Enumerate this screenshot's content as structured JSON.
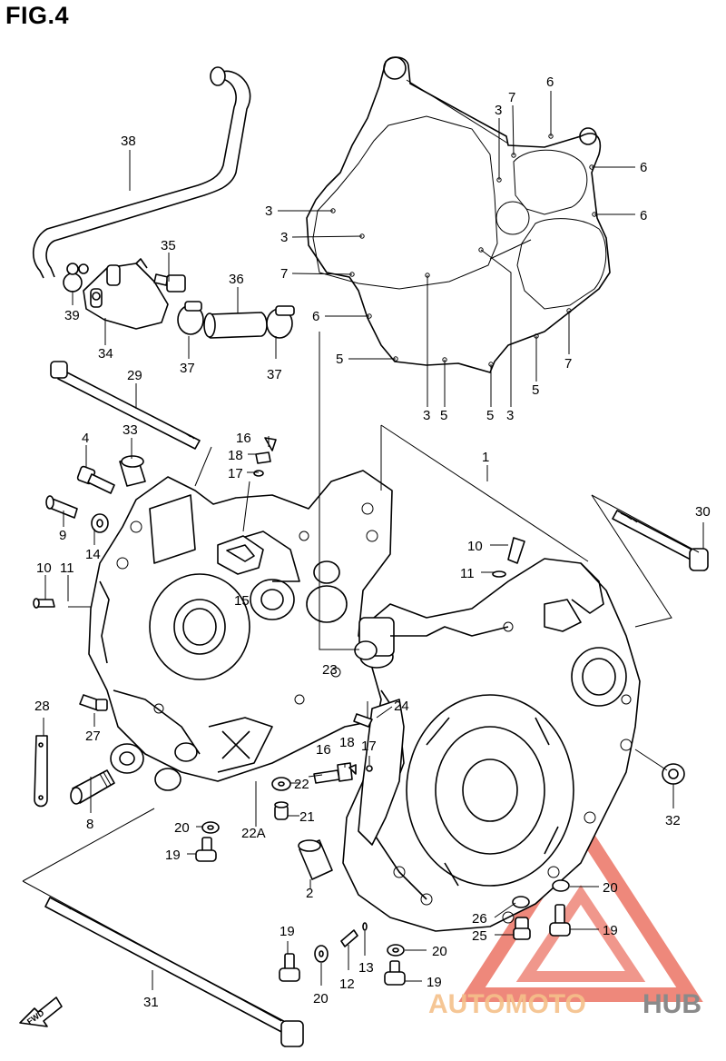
{
  "figure": {
    "title": "FIG.4",
    "fwd_label": "FWD"
  },
  "watermark": {
    "word_1": "AUTOMOTO",
    "word_2": "HUB",
    "color_1": "#f5c08a",
    "color_2": "#8a8a8a",
    "logo_color": "#e8604f"
  },
  "callouts": {
    "c1": "1",
    "c2": "2",
    "c3a": "3",
    "c3b": "3",
    "c3c": "3",
    "c3d": "3",
    "c3e": "3",
    "c4": "4",
    "c5a": "5",
    "c5b": "5",
    "c5c": "5",
    "c5d": "5",
    "c6a": "6",
    "c6b": "6",
    "c6c": "6",
    "c6d": "6",
    "c7a": "7",
    "c7b": "7",
    "c7c": "7",
    "c8": "8",
    "c9": "9",
    "c10a": "10",
    "c10b": "10",
    "c11a": "11",
    "c11b": "11",
    "c12": "12",
    "c13": "13",
    "c14": "14",
    "c15": "15",
    "c16a": "16",
    "c16b": "16",
    "c17a": "17",
    "c17b": "17",
    "c18a": "18",
    "c18b": "18",
    "c19a": "19",
    "c19b": "19",
    "c19c": "19",
    "c19d": "19",
    "c20a": "20",
    "c20b": "20",
    "c20c": "20",
    "c20d": "20",
    "c21": "21",
    "c22": "22",
    "c22A": "22A",
    "c23": "23",
    "c24": "24",
    "c25": "25",
    "c26": "26",
    "c27": "27",
    "c28": "28",
    "c29": "29",
    "c30": "30",
    "c31": "31",
    "c32": "32",
    "c33": "33",
    "c34": "34",
    "c35": "35",
    "c36": "36",
    "c37a": "37",
    "c37b": "37",
    "c38": "38",
    "c39": "39"
  }
}
